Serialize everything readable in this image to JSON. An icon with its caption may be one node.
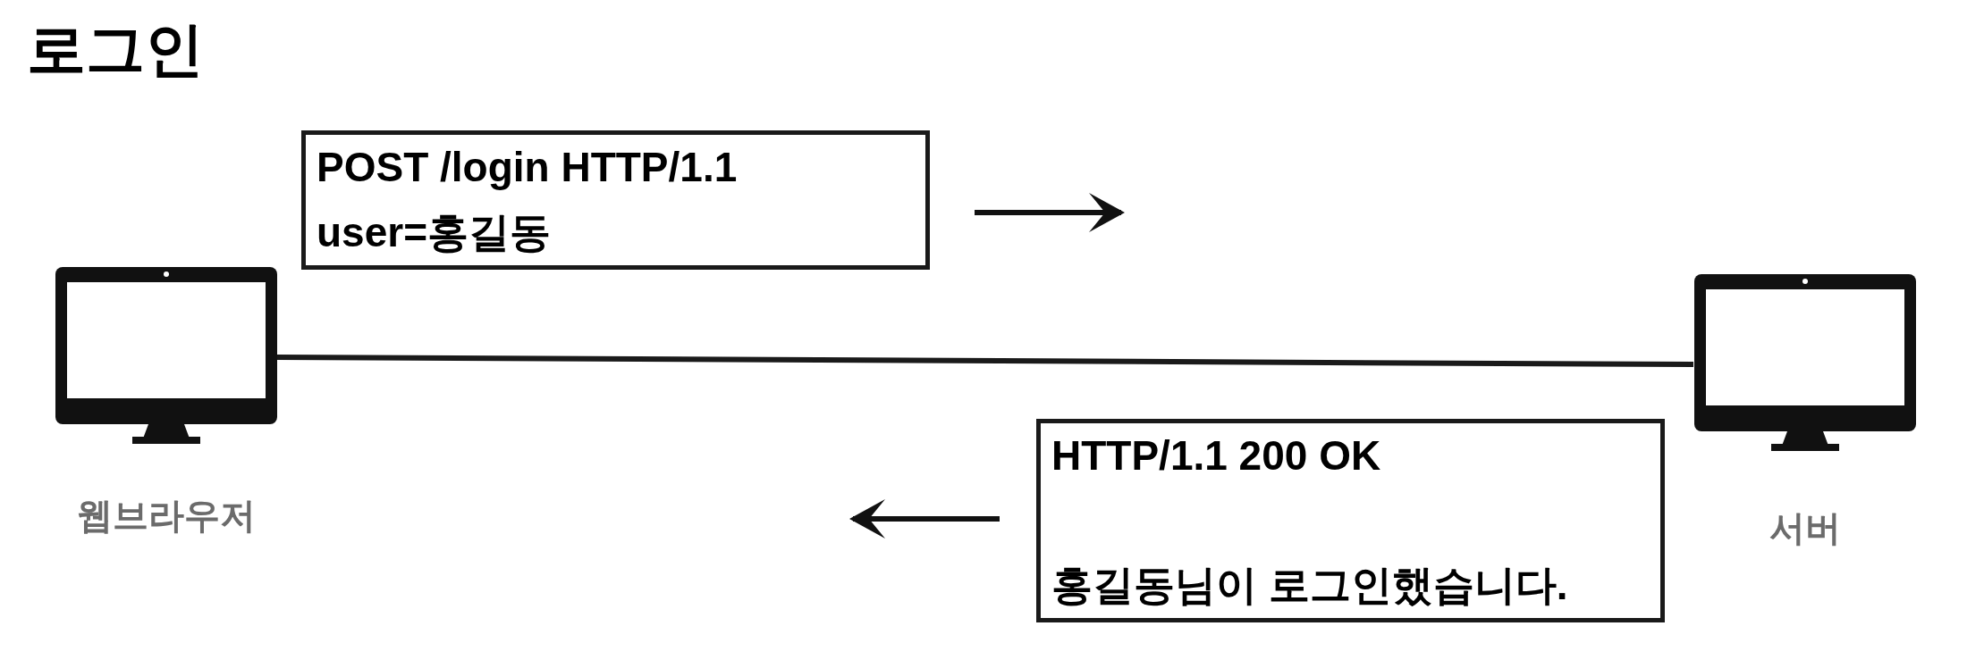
{
  "diagram": {
    "title": "로그인",
    "nodes": [
      {
        "text": [],
        "shape": "monitor",
        "beside": [
          "웹브라우저"
        ]
      },
      {
        "text": [],
        "shape": "monitor",
        "beside": [
          "서버"
        ]
      },
      {
        "text": [
          "POST /login HTTP/1.1",
          "user=홍길동"
        ]
      },
      {
        "text": [
          "HTTP/1.1 200 OK",
          "홍길동님이 로그인했습니다."
        ]
      }
    ],
    "edges": [
      {
        "from": 0,
        "to": 1,
        "arrow": "none"
      }
    ]
  }
}
